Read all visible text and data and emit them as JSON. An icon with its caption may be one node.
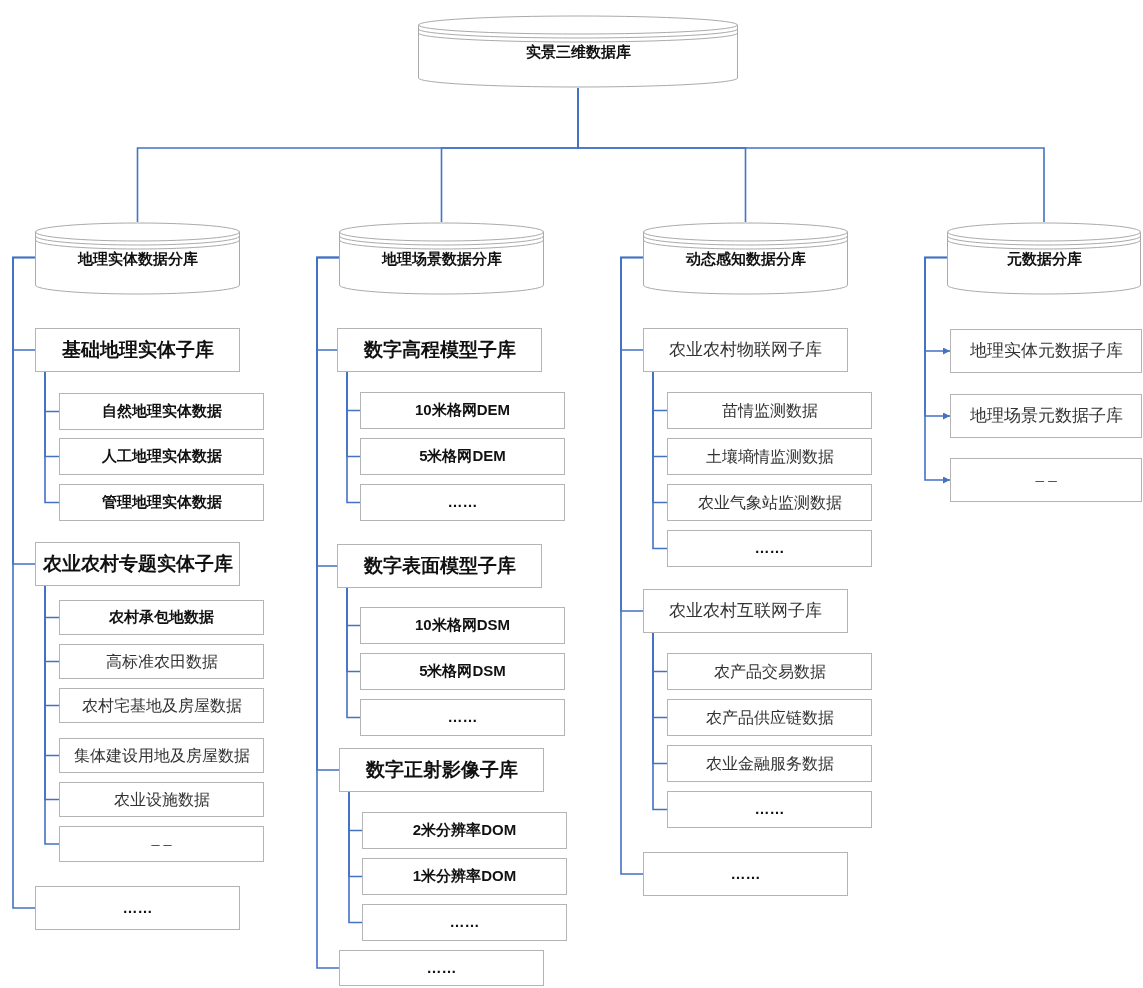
{
  "diagram": {
    "nodes": [
      {
        "text": [
          "实景三维数据库"
        ]
      },
      {
        "text": [
          "地理实体数据分库"
        ]
      },
      {
        "text": [
          "基础地理实体子库"
        ]
      },
      {
        "text": [
          "自然地理实体数据"
        ]
      },
      {
        "text": [
          "人工地理实体数据"
        ]
      },
      {
        "text": [
          "管理地理实体数据"
        ]
      },
      {
        "text": [
          "农业农村专题实体子库"
        ]
      },
      {
        "text": [
          "农村承包地数据"
        ]
      },
      {
        "text": [
          "高标准农田数据"
        ]
      },
      {
        "text": [
          "农村宅基地及房屋数据"
        ]
      },
      {
        "text": [
          "集体建设用地及房屋数据"
        ]
      },
      {
        "text": [
          "农业设施数据"
        ]
      },
      {
        "text": [
          "– –"
        ]
      },
      {
        "text": [
          "……"
        ]
      },
      {
        "text": [
          "地理场景数据分库"
        ]
      },
      {
        "text": [
          "数字高程模型子库"
        ]
      },
      {
        "text": [
          "10米格网DEM"
        ]
      },
      {
        "text": [
          "5米格网DEM"
        ]
      },
      {
        "text": [
          "……"
        ]
      },
      {
        "text": [
          "数字表面模型子库"
        ]
      },
      {
        "text": [
          "10米格网DSM"
        ]
      },
      {
        "text": [
          "5米格网DSM"
        ]
      },
      {
        "text": [
          "……"
        ]
      },
      {
        "text": [
          "数字正射影像子库"
        ]
      },
      {
        "text": [
          "2米分辨率DOM"
        ]
      },
      {
        "text": [
          "1米分辨率DOM"
        ]
      },
      {
        "text": [
          "……"
        ]
      },
      {
        "text": [
          "……"
        ]
      },
      {
        "text": [
          "动态感知数据分库"
        ]
      },
      {
        "text": [
          "农业农村物联网子库"
        ]
      },
      {
        "text": [
          "苗情监测数据"
        ]
      },
      {
        "text": [
          "土壤墒情监测数据"
        ]
      },
      {
        "text": [
          "农业气象站监测数据"
        ]
      },
      {
        "text": [
          "……"
        ]
      },
      {
        "text": [
          "农业农村互联网子库"
        ]
      },
      {
        "text": [
          "农产品交易数据"
        ]
      },
      {
        "text": [
          "农产品供应链数据"
        ]
      },
      {
        "text": [
          "农业金融服务数据"
        ]
      },
      {
        "text": [
          "……"
        ]
      },
      {
        "text": [
          "……"
        ]
      },
      {
        "text": [
          "元数据分库"
        ]
      },
      {
        "text": [
          "地理实体元数据子库"
        ]
      },
      {
        "text": [
          "地理场景元数据子库"
        ]
      },
      {
        "text": [
          "– –"
        ]
      }
    ],
    "edges": [
      {
        "from": 0,
        "to": 1,
        "arrow": "none"
      },
      {
        "from": 0,
        "to": 14,
        "arrow": "none"
      },
      {
        "from": 0,
        "to": 28,
        "arrow": "none"
      },
      {
        "from": 0,
        "to": 40,
        "arrow": "none"
      },
      {
        "from": 1,
        "to": 2,
        "arrow": "none"
      },
      {
        "from": 1,
        "to": 6,
        "arrow": "none"
      },
      {
        "from": 1,
        "to": 13,
        "arrow": "none"
      },
      {
        "from": 2,
        "to": 3,
        "arrow": "none"
      },
      {
        "from": 2,
        "to": 4,
        "arrow": "none"
      },
      {
        "from": 2,
        "to": 5,
        "arrow": "none"
      },
      {
        "from": 6,
        "to": 7,
        "arrow": "none"
      },
      {
        "from": 6,
        "to": 8,
        "arrow": "none"
      },
      {
        "from": 6,
        "to": 9,
        "arrow": "none"
      },
      {
        "from": 6,
        "to": 10,
        "arrow": "none"
      },
      {
        "from": 6,
        "to": 11,
        "arrow": "none"
      },
      {
        "from": 6,
        "to": 12,
        "arrow": "none"
      },
      {
        "from": 14,
        "to": 15,
        "arrow": "none"
      },
      {
        "from": 14,
        "to": 19,
        "arrow": "none"
      },
      {
        "from": 14,
        "to": 23,
        "arrow": "none"
      },
      {
        "from": 14,
        "to": 27,
        "arrow": "none"
      },
      {
        "from": 15,
        "to": 16,
        "arrow": "none"
      },
      {
        "from": 15,
        "to": 17,
        "arrow": "none"
      },
      {
        "from": 15,
        "to": 18,
        "arrow": "none"
      },
      {
        "from": 19,
        "to": 20,
        "arrow": "none"
      },
      {
        "from": 19,
        "to": 21,
        "arrow": "none"
      },
      {
        "from": 19,
        "to": 22,
        "arrow": "none"
      },
      {
        "from": 23,
        "to": 24,
        "arrow": "none"
      },
      {
        "from": 23,
        "to": 25,
        "arrow": "none"
      },
      {
        "from": 23,
        "to": 26,
        "arrow": "none"
      },
      {
        "from": 28,
        "to": 29,
        "arrow": "none"
      },
      {
        "from": 28,
        "to": 34,
        "arrow": "none"
      },
      {
        "from": 28,
        "to": 39,
        "arrow": "none"
      },
      {
        "from": 29,
        "to": 30,
        "arrow": "none"
      },
      {
        "from": 29,
        "to": 31,
        "arrow": "none"
      },
      {
        "from": 29,
        "to": 32,
        "arrow": "none"
      },
      {
        "from": 29,
        "to": 33,
        "arrow": "none"
      },
      {
        "from": 34,
        "to": 35,
        "arrow": "none"
      },
      {
        "from": 34,
        "to": 36,
        "arrow": "none"
      },
      {
        "from": 34,
        "to": 37,
        "arrow": "none"
      },
      {
        "from": 34,
        "to": 38,
        "arrow": "none"
      },
      {
        "from": 40,
        "to": 41,
        "arrow": "to"
      },
      {
        "from": 40,
        "to": 42,
        "arrow": "to"
      },
      {
        "from": 40,
        "to": 43,
        "arrow": "to"
      }
    ]
  }
}
